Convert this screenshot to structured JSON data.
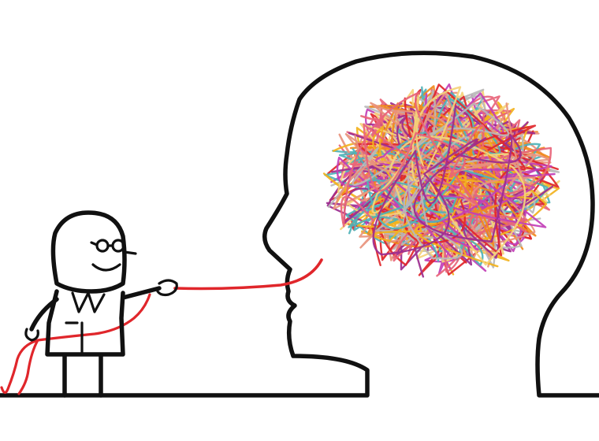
{
  "colors": {
    "background": "#ffffff",
    "ink": "#111111",
    "thread": "#e0262b",
    "tangle": [
      "#e0262b",
      "#f08a1c",
      "#f2b21d",
      "#c23fb7",
      "#4fb3b8",
      "#b9b9b9",
      "#e8927c",
      "#f5d27a",
      "#e8647a",
      "#9c2c8f"
    ]
  },
  "icons": [
    "doctor-figure",
    "head-silhouette",
    "thread-tangle-brain"
  ]
}
